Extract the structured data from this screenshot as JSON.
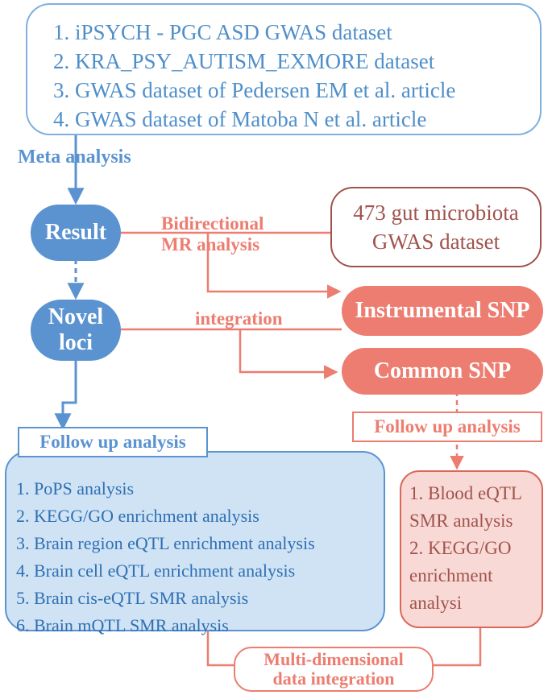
{
  "datasets": [
    "1. iPSYCH - PGC ASD GWAS dataset",
    "2. KRA_PSY_AUTISM_EXMORE dataset",
    "3. GWAS dataset of Pedersen EM et al. article",
    "4. GWAS dataset of Matoba N et al. article"
  ],
  "meta_analysis": "Meta analysis",
  "result": "Result",
  "novel_loci": [
    "Novel",
    "loci"
  ],
  "bidirectional_mr": [
    "Bidirectional",
    "MR analysis"
  ],
  "gut_dataset": [
    "473 gut microbiota",
    "GWAS dataset"
  ],
  "instrumental_snp": "Instrumental SNP",
  "integration": "integration",
  "common_snp": "Common SNP",
  "follow_up_left": "Follow up analysis",
  "follow_up_right": "Follow up analysis",
  "left_analyses": [
    "1. PoPS analysis",
    "2. KEGG/GO enrichment analysis",
    "3. Brain region eQTL enrichment analysis",
    "4. Brain cell eQTL enrichment analysis",
    "5. Brain cis-eQTL SMR analysis",
    "6. Brain mQTL SMR analysis"
  ],
  "right_analyses": [
    "1. Blood eQTL",
    "SMR analysis",
    "2. KEGG/GO",
    "enrichment",
    "analysi"
  ],
  "multi_dimensional": [
    "Multi-dimensional",
    "data integration"
  ],
  "colors": {
    "blue": "#5b93d0",
    "light_blue": "#7fb0dd",
    "blue_panel": "#cfe3f5",
    "red": "#ec7d70",
    "red_panel": "#f9d9d6",
    "brown": "#a0534c"
  }
}
